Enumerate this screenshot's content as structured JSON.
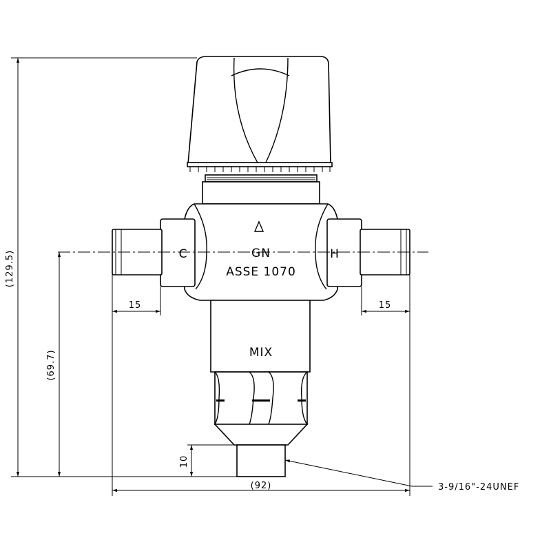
{
  "valve": {
    "marking_model": "GN",
    "marking_standard": "ASSE 1070",
    "marking_outlet": "MIX",
    "cold_label": "C",
    "hot_label": "H"
  },
  "dimensions": {
    "overall_height": "(129.5)",
    "centerline_height": "(69.7)",
    "outlet_thread_length": "10",
    "overall_width": "(92)",
    "left_inlet_length": "15",
    "right_inlet_length": "15",
    "thread_spec": "3-9/16\"-24UNEF"
  }
}
